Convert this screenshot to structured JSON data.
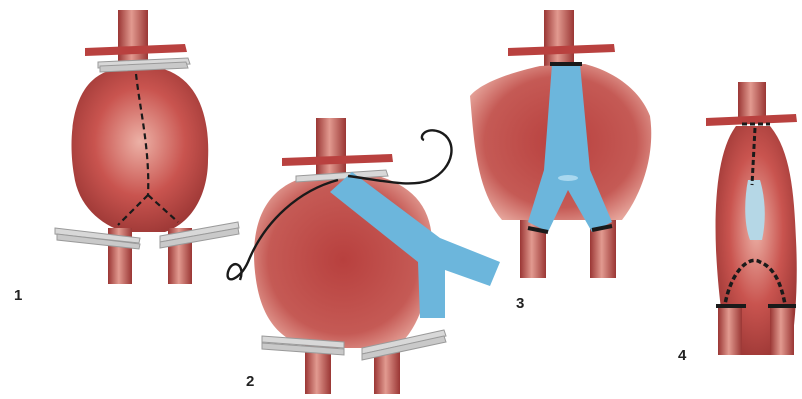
{
  "figure": {
    "steps": [
      {
        "label": "1"
      },
      {
        "label": "2"
      },
      {
        "label": "3"
      },
      {
        "label": "4"
      }
    ]
  },
  "colors": {
    "background": "#ffffff",
    "vessel": "#c8524f",
    "vessel_dark": "#8e2f2e",
    "vessel_light": "#e7a39a",
    "graft": "#6cb6dc",
    "clamp": "#cfcfcf",
    "suture": "#1a1a1a"
  }
}
